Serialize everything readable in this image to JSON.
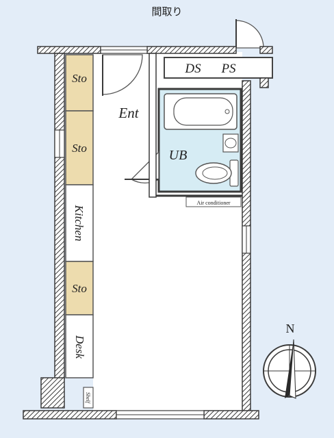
{
  "title": "間取り",
  "rooms": {
    "storage_1": "Sto",
    "storage_2": "Sto",
    "storage_3": "Sto",
    "kitchen": "Kitchen",
    "desk": "Desk",
    "shelf": "Shelf",
    "entrance": "Ent",
    "unit_bath": "UB",
    "duct_space": "DS",
    "pipe_space": "PS",
    "air_conditioner": "Air conditioner"
  },
  "compass": {
    "north_label": "N"
  },
  "colors": {
    "background": "#e3edf8",
    "room_fill": "#ffffff",
    "storage_fill": "#eddcae",
    "bath_fill": "#d6ecf4",
    "wall": "#3a3a3a"
  }
}
